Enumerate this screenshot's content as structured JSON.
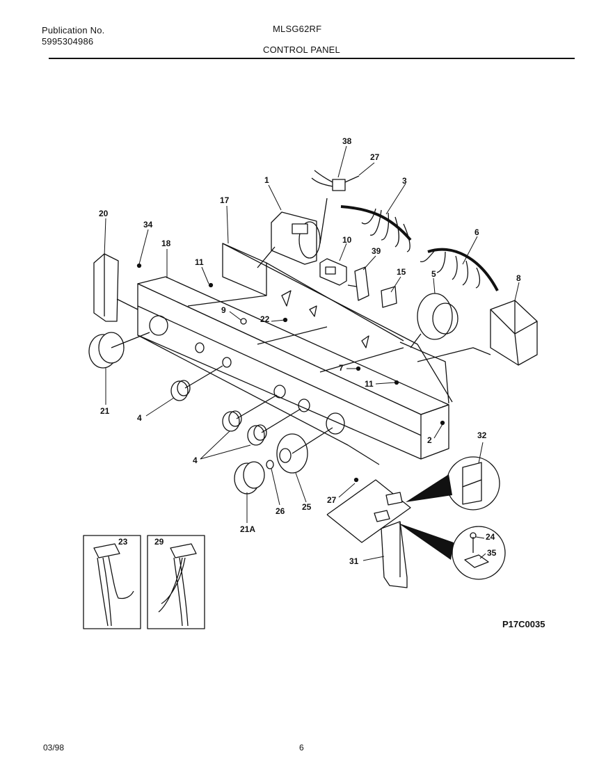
{
  "header": {
    "publication_label": "Publication No.",
    "publication_number": "5995304986",
    "model": "MLSG62RF",
    "section": "CONTROL PANEL"
  },
  "callouts": {
    "p1": "1",
    "p2": "2",
    "p3": "3",
    "p4a": "4",
    "p4b": "4",
    "p5": "5",
    "p6": "6",
    "p7": "7",
    "p8": "8",
    "p9": "9",
    "p10": "10",
    "p11a": "11",
    "p11b": "11",
    "p15": "15",
    "p17": "17",
    "p18": "18",
    "p20": "20",
    "p21": "21",
    "p21a": "21A",
    "p22": "22",
    "p23": "23",
    "p24": "24",
    "p25": "25",
    "p26": "26",
    "p27a": "27",
    "p27b": "27",
    "p29": "29",
    "p31": "31",
    "p32": "32",
    "p34": "34",
    "p35": "35",
    "p38": "38",
    "p39": "39"
  },
  "figure_code": "P17C0035",
  "footer": {
    "date": "03/98",
    "page": "6"
  }
}
